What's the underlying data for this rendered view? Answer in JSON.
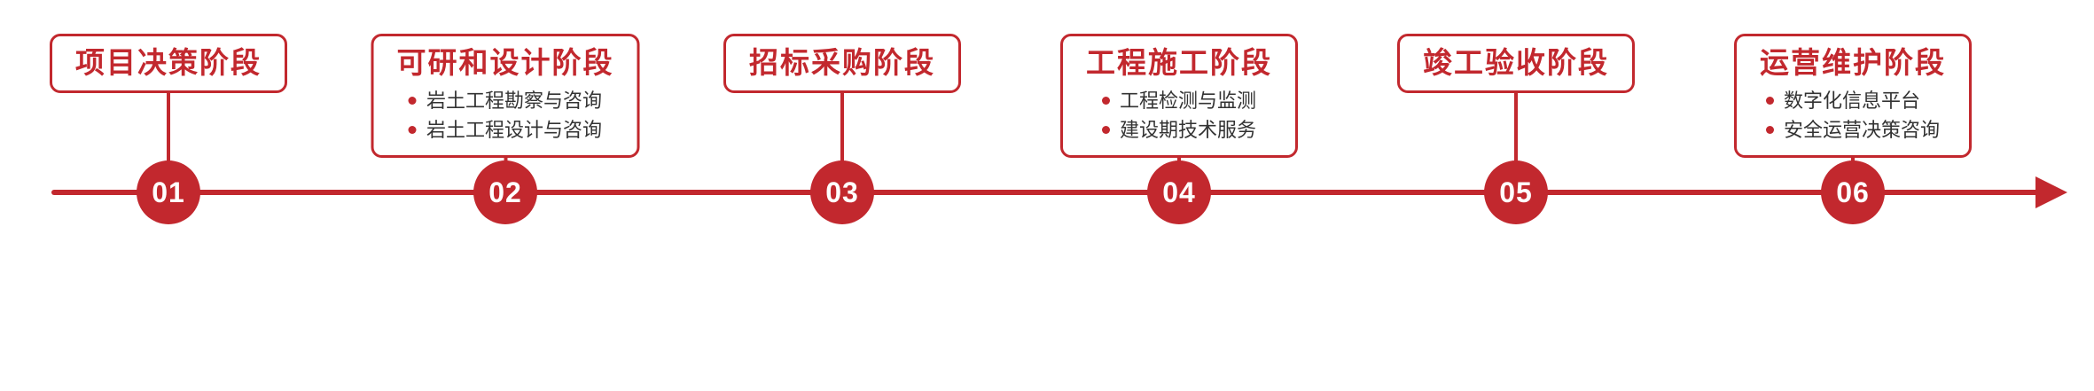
{
  "theme": {
    "accent": "#c2282e",
    "item_text": "#333333",
    "background": "#ffffff"
  },
  "timeline": {
    "stages": [
      {
        "number": "01",
        "title": "项目决策阶段",
        "items": []
      },
      {
        "number": "02",
        "title": "可研和设计阶段",
        "items": [
          "岩土工程勘察与咨询",
          "岩土工程设计与咨询"
        ]
      },
      {
        "number": "03",
        "title": "招标采购阶段",
        "items": []
      },
      {
        "number": "04",
        "title": "工程施工阶段",
        "items": [
          "工程检测与监测",
          "建设期技术服务"
        ]
      },
      {
        "number": "05",
        "title": "竣工验收阶段",
        "items": []
      },
      {
        "number": "06",
        "title": "运营维护阶段",
        "items": [
          "数字化信息平台",
          "安全运营决策咨询"
        ]
      }
    ]
  }
}
